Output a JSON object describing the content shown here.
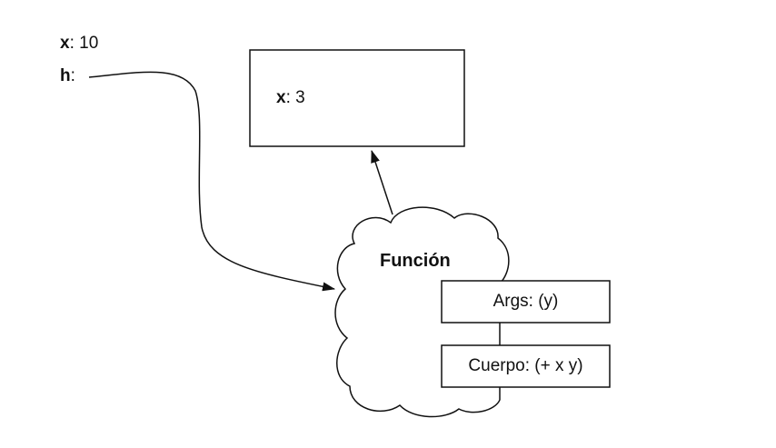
{
  "global_env": {
    "bindings": [
      {
        "name": "x",
        "sep": ":",
        "value": " 10"
      },
      {
        "name": "h",
        "sep": ":",
        "value": ""
      }
    ]
  },
  "local_env": {
    "bindings": [
      {
        "name": "x",
        "sep": ":",
        "value": " 3"
      }
    ]
  },
  "function_object": {
    "title": "Función",
    "args_label": "Args: (y)",
    "body_label": "Cuerpo: (+ x y)"
  }
}
